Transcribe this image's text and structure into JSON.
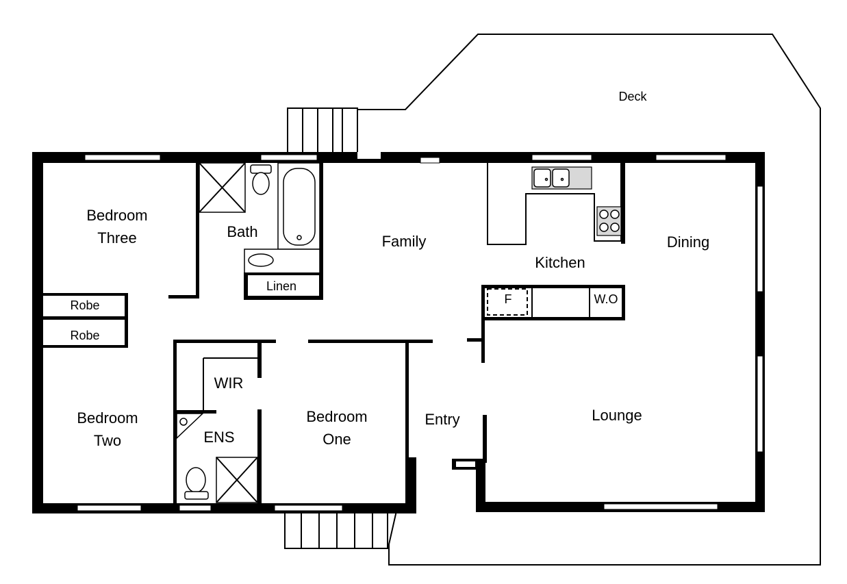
{
  "rooms": {
    "deck": "Deck",
    "bedroom_three": [
      "Bedroom",
      "Three"
    ],
    "bath": "Bath",
    "family": "Family",
    "kitchen": "Kitchen",
    "dining": "Dining",
    "linen": "Linen",
    "robe_upper": "Robe",
    "robe_lower": "Robe",
    "fridge": "F",
    "wall_oven": "W.O",
    "wir": "WIR",
    "ens": "ENS",
    "bedroom_two": [
      "Bedroom",
      "Two"
    ],
    "bedroom_one": [
      "Bedroom",
      "One"
    ],
    "entry": "Entry",
    "lounge": "Lounge"
  }
}
